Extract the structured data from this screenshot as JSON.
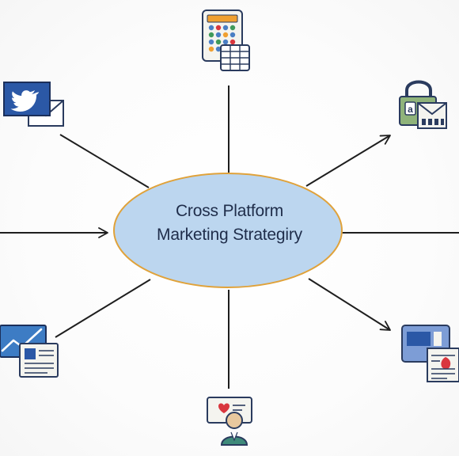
{
  "diagram": {
    "center": {
      "line1": "Cross Platform",
      "line2": "Marketing Strategiry"
    },
    "nodes": [
      {
        "id": "top",
        "icon": "calculator-spreadsheet-icon"
      },
      {
        "id": "top-right",
        "icon": "email-lock-icon"
      },
      {
        "id": "right",
        "icon": ""
      },
      {
        "id": "bottom-right",
        "icon": "browser-ad-icon"
      },
      {
        "id": "bottom",
        "icon": "customer-feedback-icon"
      },
      {
        "id": "bottom-left",
        "icon": "analytics-report-icon"
      },
      {
        "id": "left",
        "icon": ""
      },
      {
        "id": "top-left",
        "icon": "twitter-email-icon"
      }
    ],
    "colors": {
      "ellipse_fill": "#bcd6ef",
      "ellipse_stroke": "#e0a23a",
      "line": "#1e1e1e",
      "icon_blue": "#2b58a6",
      "icon_navy": "#2a3b5e",
      "icon_red": "#d9363e",
      "icon_green": "#3f7a3a"
    }
  }
}
